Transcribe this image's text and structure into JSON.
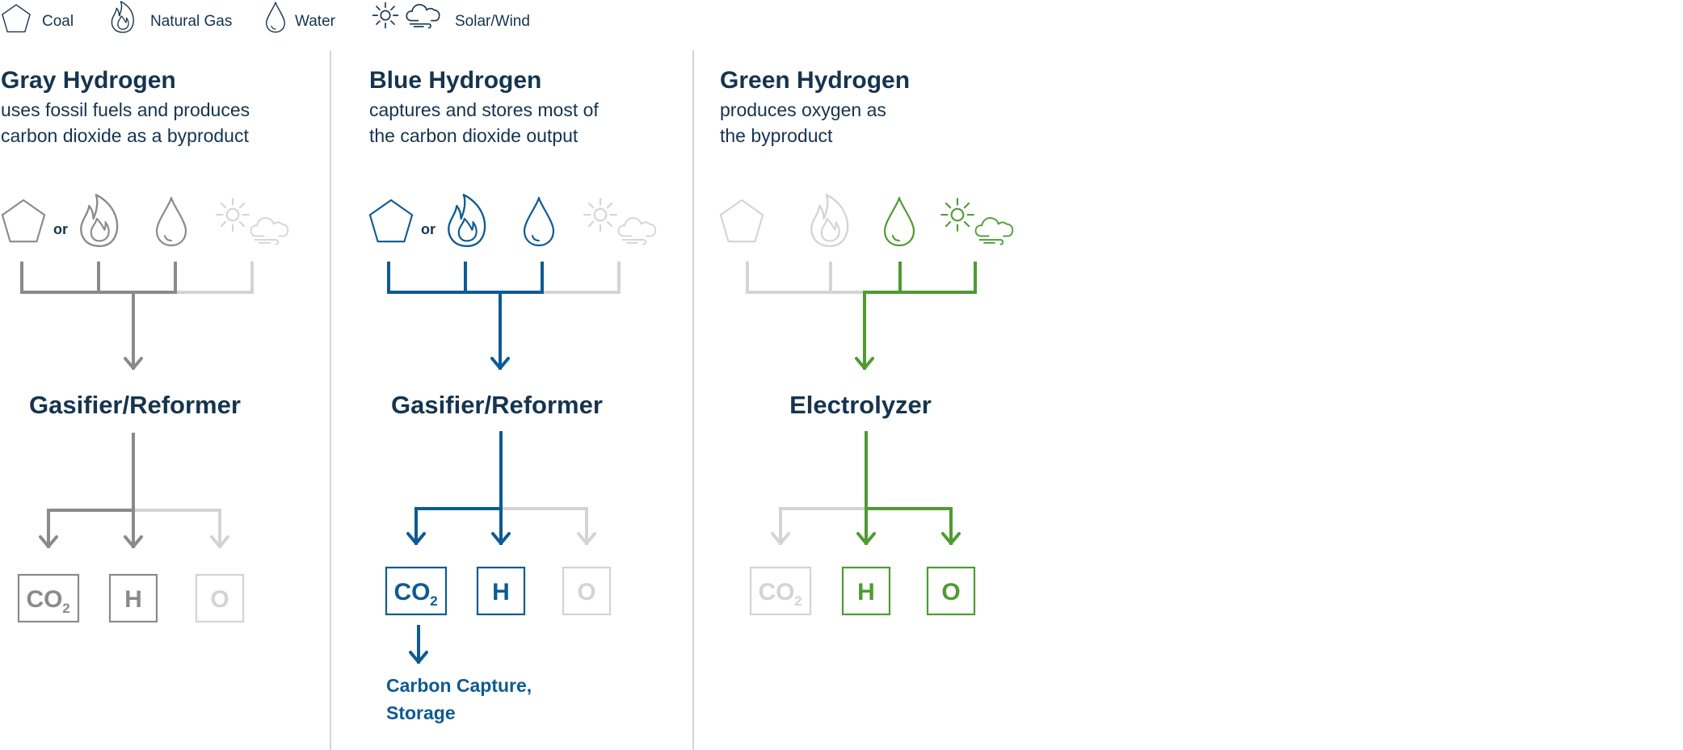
{
  "colors": {
    "navy": "#15344f",
    "gray": "#8a8a8a",
    "faded": "#d4d4d4",
    "blue": "#0d5b93",
    "green": "#4e9b32",
    "divider": "#c8c8c8"
  },
  "legend": [
    {
      "icon": "coal-icon",
      "label": "Coal"
    },
    {
      "icon": "natural-gas-icon",
      "label": "Natural Gas"
    },
    {
      "icon": "water-icon",
      "label": "Water"
    },
    {
      "icon": "solar-wind-icon",
      "label": "Solar/Wind"
    }
  ],
  "panels": [
    {
      "title": "Gray Hydrogen",
      "desc_lines": [
        "uses fossil fuels and produces",
        "carbon dioxide as a byproduct"
      ],
      "or_label": "or",
      "process": "Gasifier/Reformer",
      "inputs_active": {
        "coal": true,
        "gas": true,
        "water": true,
        "solar": false
      },
      "outputs": [
        {
          "label": "CO",
          "sub": "2",
          "active": true
        },
        {
          "label": "H",
          "sub": "",
          "active": true
        },
        {
          "label": "O",
          "sub": "",
          "active": false
        }
      ],
      "color": "gray"
    },
    {
      "title": "Blue Hydrogen",
      "desc_lines": [
        "captures and stores most of",
        "the carbon dioxide output"
      ],
      "or_label": "or",
      "process": "Gasifier/Reformer",
      "inputs_active": {
        "coal": true,
        "gas": true,
        "water": true,
        "solar": false
      },
      "outputs": [
        {
          "label": "CO",
          "sub": "2",
          "active": true
        },
        {
          "label": "H",
          "sub": "",
          "active": true
        },
        {
          "label": "O",
          "sub": "",
          "active": false
        }
      ],
      "capture_lines": [
        "Carbon Capture,",
        "Storage"
      ],
      "color": "blue"
    },
    {
      "title": "Green Hydrogen",
      "desc_lines": [
        "produces oxygen as",
        "the byproduct"
      ],
      "process": "Electrolyzer",
      "inputs_active": {
        "coal": false,
        "gas": false,
        "water": true,
        "solar": true
      },
      "outputs": [
        {
          "label": "CO",
          "sub": "2",
          "active": false
        },
        {
          "label": "H",
          "sub": "",
          "active": true
        },
        {
          "label": "O",
          "sub": "",
          "active": true
        }
      ],
      "color": "green"
    }
  ]
}
